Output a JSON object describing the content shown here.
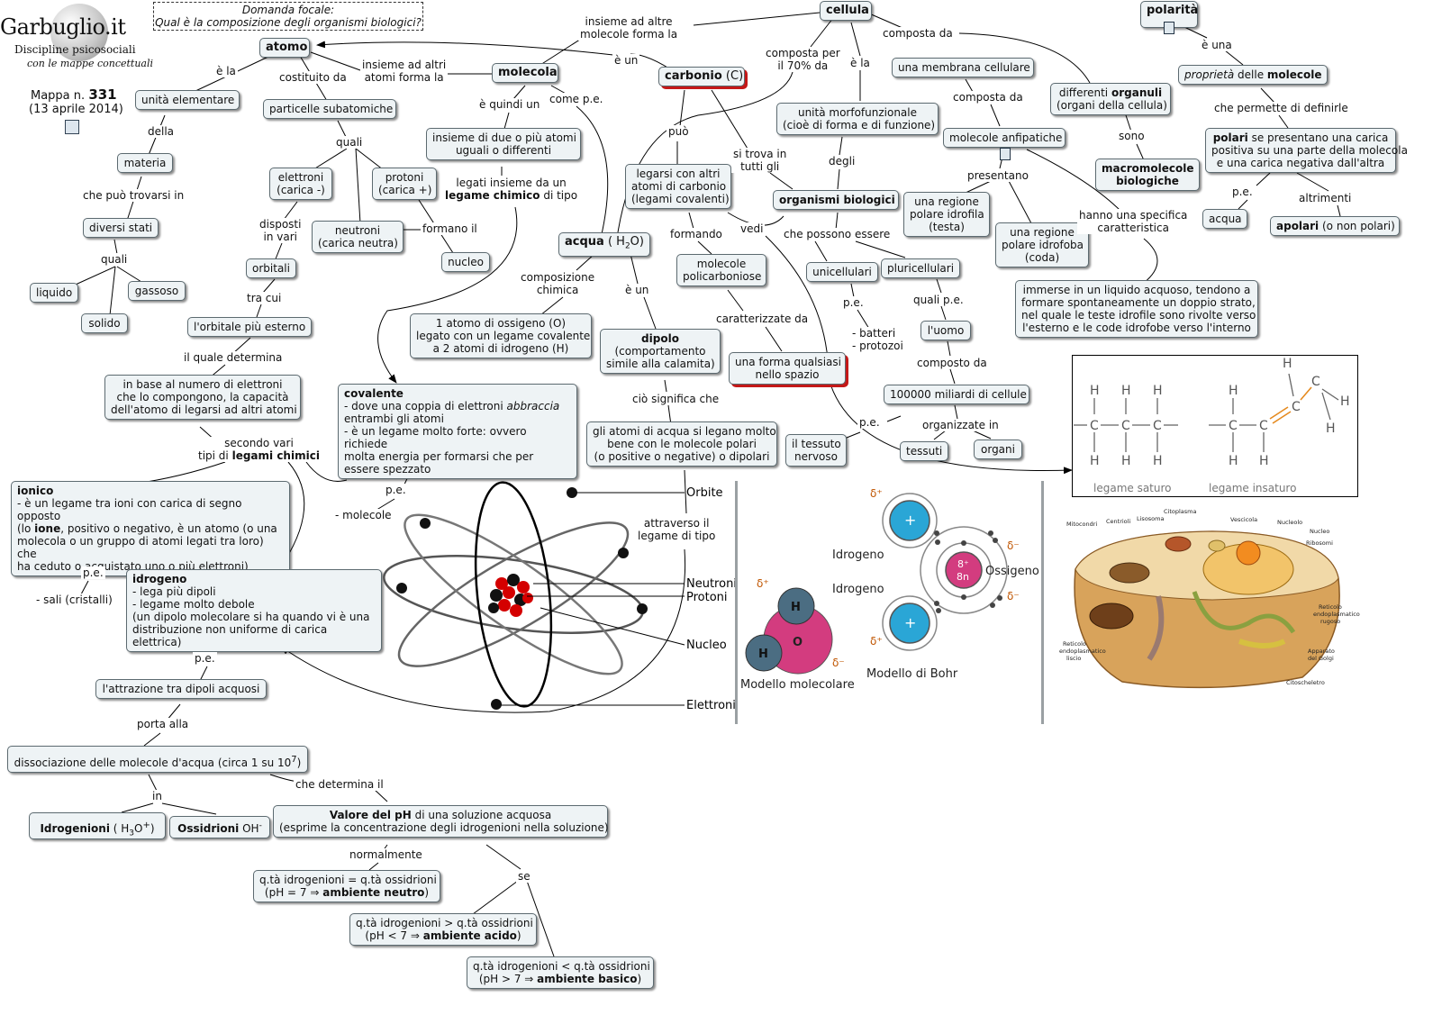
{
  "brand": {
    "title": "Garbuglio.it",
    "subtitle1": "Discipline psicosociali",
    "subtitle2": "con le mappe concettuali",
    "map_label": "Mappa n.",
    "map_number": "331",
    "date": "(13 aprile 2014)"
  },
  "focal": {
    "line1": "Domanda focale:",
    "line2": "Qual è la composizione degli organismi biologici?"
  },
  "nodes": {
    "atomo": "atomo",
    "cellula": "cellula",
    "polarita": "polarità",
    "molecola": "molecola",
    "carbonio_b": "carbonio",
    "carbonio_r": " (C)",
    "unita_elementare": "unità elementare",
    "particelle": "particelle subatomiche",
    "materia": "materia",
    "diversi_stati": "diversi stati",
    "liquido": "liquido",
    "gassoso": "gassoso",
    "solido": "solido",
    "elettroni1": "elettroni",
    "elettroni2": "(carica -)",
    "protoni1": "protoni",
    "protoni2": "(carica +)",
    "neutroni1": "neutroni",
    "neutroni2": "(carica neutra)",
    "nucleo": "nucleo",
    "orbitali": "orbitali",
    "orbitale_esterno": "l'orbitale più esterno",
    "base_num1": "in base al numero di elettroni",
    "base_num2": "che lo compongono, la capacità",
    "base_num3": "dell'atomo di legarsi ad altri atomi",
    "insieme_atomi1": "insieme di due o più atomi",
    "insieme_atomi2": "uguali o differenti",
    "acqua_b": "acqua",
    "acqua_formula": "( H",
    "acqua_sub": "2",
    "acqua_end": "O)",
    "legarsi1": "legarsi con altri",
    "legarsi2": "atomi di carbonio",
    "legarsi3": "(legami covalenti)",
    "policarboniose1": "molecole",
    "policarboniose2": "policarboniose",
    "forma_spazio1": "una forma qualsiasi",
    "forma_spazio2": "nello spazio",
    "unita_morfo1": "unità morfofunzionale",
    "unita_morfo2": "(cioè di forma e di funzione)",
    "organismi": "organismi biologici",
    "unicellulari": "unicellulari",
    "pluricellulari": "pluricellulari",
    "uomo": "l'uomo",
    "miliardi": "100000 miliardi di cellule",
    "tessuti": "tessuti",
    "organi": "organi",
    "tessuto_nervoso1": "il tessuto",
    "tessuto_nervoso2": "nervoso",
    "membrana": "una membrana cellulare",
    "anfipatiche": "molecole anfipatiche",
    "idrofila1": "una regione",
    "idrofila2": "polare idrofila",
    "idrofila3": "(testa)",
    "idrofoba1": "una regione",
    "idrofoba2": "polare idrofoba",
    "idrofoba3": "(coda)",
    "organuli1a": "differenti ",
    "organuli1b": "organuli",
    "organuli2": "(organi della cellula)",
    "macromolecole1": "macromolecole",
    "macromolecole2": "biologiche",
    "proprieta_i": "proprietà",
    "proprieta_r": "  delle ",
    "proprieta_b": "molecole",
    "polari_b": "polari",
    "polari1": " se presentano una carica",
    "polari2": "positiva su una parte della molecola",
    "polari3": "e una carica negativa dall'altra",
    "acqua_small": "acqua",
    "apolari_b": "apolari",
    "apolari_r": " (o non polari)",
    "immerse1": "immerse in un liquido acquoso, tendono a",
    "immerse2": "formare spontaneamente un doppio strato,",
    "immerse3": "nel quale le teste idrofile sono rivolte verso",
    "immerse4": "l'esterno e le code idrofobe verso l'interno",
    "composizione1": "1 atomo di ossigeno (O)",
    "composizione2": "legato con un legame covalente",
    "composizione3": "a 2 atomi di idrogeno (H)",
    "dipolo_b": "dipolo",
    "dipolo2": "(comportamento",
    "dipolo3": "simile alla calamita)",
    "atomi_acqua1": "gli atomi di acqua si legano molto",
    "atomi_acqua2": "bene con le molecole polari",
    "atomi_acqua3": "(o positive o negative) o dipolari",
    "covalente_b": "covalente",
    "covalente1a": "- dove una coppia di elettroni ",
    "covalente1i": "abbraccia",
    "covalente2": "entrambi gli atomi",
    "covalente3": "- è un legame molto forte: ovvero richiede",
    "covalente4": "molta energia per formarsi che per",
    "covalente5": "essere spezzato",
    "ionico_b": "ionico",
    "ionico1": "- è un legame tra ioni con carica di segno opposto",
    "ionico2a": "(lo ",
    "ionico2b": "ione",
    "ionico2c": ", positivo o negativo, è un atomo (o una",
    "ionico3": "molecola o un gruppo di atomi legati tra loro) che",
    "ionico4": "ha ceduto o acquistato uno o più elettroni)",
    "idrogeno_b": "idrogeno",
    "idrogeno1": "- lega più dipoli",
    "idrogeno2": "- legame molto debole",
    "idrogeno3": "(un dipolo molecolare si ha quando vi è una",
    "idrogeno4": "distribuzione non uniforme di carica elettrica)",
    "attrazione": "l'attrazione tra dipoli acquosi",
    "dissociazione": "dissociazione delle molecole d'acqua (circa 1 su  10",
    "dissociazione_sup": "7",
    "dissociazione_end": ")",
    "idrogenioni_b": "Idrogenioni",
    "idrogenioni_f": " ( H",
    "idrogenioni_sub": "3",
    "idrogenioni_o": "O",
    "idrogenioni_sup": "+",
    "idrogenioni_end": ")",
    "ossidrioni_b": "Ossidrioni",
    "ossidrioni_f": "  OH",
    "ossidrioni_sup": "-",
    "ph_b": "Valore del pH",
    "ph1": " di una soluzione acquosa",
    "ph2": "(esprime la concentrazione degli idrogenioni nella soluzione)",
    "neutro1": "q.tà idrogenioni = q.tà ossidrioni",
    "neutro2": "(pH = 7 ⇒ ",
    "neutro2b": "ambiente neutro",
    "neutro2c": ")",
    "acido1": "q.tà idrogenioni > q.tà ossidrioni",
    "acido2": "(pH < 7 ⇒ ",
    "acido2b": "ambiente acido",
    "acido2c": ")",
    "basico1": "q.tà idrogenioni < q.tà ossidrioni",
    "basico2": "(pH > 7 ⇒ ",
    "basico2b": "ambiente basico",
    "basico2c": ")"
  },
  "links": {
    "e_la": "è la",
    "costituito_da": "costituito da",
    "insieme_altri1": "insieme ad altri",
    "insieme_altri2": "atomi forma la",
    "insieme_altre1": "insieme ad altre",
    "insieme_altre2": "molecole forma la",
    "e_un_carbonio": "è un",
    "della": "della",
    "che_puo": "che può trovarsi in",
    "quali1": "quali",
    "quali2": "quali",
    "disposti1": "disposti",
    "disposti2": "in vari",
    "formano_il": "formano il",
    "tra_cui": "tra cui",
    "il_quale": "il quale determina",
    "secondo1": "secondo vari",
    "secondo2a": "tipi di ",
    "secondo2b": "legami chimici",
    "e_quindi": "è quindi un",
    "come_pe": "come p.e.",
    "legati1": "legati insieme da un",
    "legati2a": "legame chimico",
    "legati2b": " di tipo",
    "puo": "può",
    "formando": "formando",
    "caratterizzate": "caratterizzate da",
    "si_trova1": "si trova in",
    "si_trova2": "tutti gli",
    "vedi": "vedi",
    "composta70_1": "composta per",
    "composta70_2": "il 70% da",
    "e_la_cell": "è la",
    "degli": "degli",
    "che_possono": "che possono essere",
    "pe_uni": "p.e.",
    "batteri": "- batteri",
    "protozoi": "- protozoi",
    "quali_pe": "quali p.e.",
    "composto_da": "composto da",
    "organizzate": "organizzate in",
    "pe_tess": "p.e.",
    "composta_da_top": "composta da",
    "composta_da_mem": "composta da",
    "presentano": "presentano",
    "sono": "sono",
    "hanno1": "hanno una specifica",
    "hanno2": "caratteristica",
    "e_una": "è una",
    "che_permette": "che permette di definirle",
    "pe_acqua": "p.e.",
    "altrimenti": "altrimenti",
    "comp_chim1": "composizione",
    "comp_chim2": "chimica",
    "e_un_dipolo": "è un",
    "cio_significa": "ciò significa che",
    "attraverso1": "attraverso il",
    "attraverso2": "legame di tipo",
    "pe_cov": "p.e.",
    "molecole": "- molecole",
    "pe_ion": "p.e.",
    "sali": "- sali (cristalli)",
    "pe_idro": "p.e.",
    "porta_alla": "porta alla",
    "in": "in",
    "che_determina": "che determina il",
    "normalmente": "normalmente",
    "se": "se"
  },
  "images": {
    "atom": {
      "orbite": "Orbite",
      "neutroni": "Neutroni",
      "protoni": "Protoni",
      "nucleo": "Nucleo",
      "elettroni": "Elettroni"
    },
    "water": {
      "modello_mol": "Modello molecolare",
      "modello_bohr": "Modello di Bohr",
      "idrogeno1": "Idrogeno",
      "idrogeno2": "Idrogeno",
      "ossigeno": "Ossigeno",
      "h": "H",
      "o": "O",
      "delta_plus": "δ⁺",
      "delta_minus": "δ⁻",
      "plus": "+",
      "core1": "8⁺",
      "core2": "8n"
    },
    "bonds": {
      "saturo": "legame saturo",
      "insaturo": "legame insaturo",
      "h": "H",
      "c": "C"
    },
    "cell": {
      "mitocondri": "Mitocondri",
      "centrioli": "Centrioli",
      "lisosoma": "Lisosoma",
      "citoplasma": "Citoplasma",
      "vescicola": "Vescicola",
      "nucleolo": "Nucleolo",
      "nucleo": "Nucleo",
      "ribosomi": "Ribosomi",
      "reticolo_rugoso1": "Reticolo",
      "reticolo_rugoso2": "endoplasmatico",
      "reticolo_rugoso3": "rugoso",
      "reticolo_liscio1": "Reticolo",
      "reticolo_liscio2": "endoplasmatico",
      "reticolo_liscio3": "liscio",
      "golgi1": "Apparato",
      "golgi2": "del Golgi",
      "citoscheletro": "Citoscheletro"
    }
  },
  "colors": {
    "node_bg": "#eef3f5",
    "node_border": "#5c6a70",
    "accent_red": "#c41818",
    "line": "#000000"
  }
}
